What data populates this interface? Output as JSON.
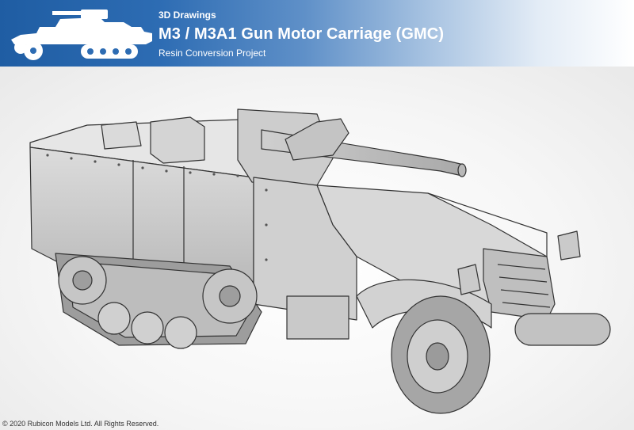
{
  "header": {
    "kicker": "3D Drawings",
    "title": "M3 / M3A1 Gun Motor Carriage (GMC)",
    "subtitle": "Resin Conversion Project"
  },
  "footer": {
    "copyright": "© 2020 Rubicon Models Ltd. All Rights Reserved."
  },
  "colors": {
    "header_start": "#1f5da3",
    "header_end": "#ffffff",
    "model_gray": "#c9c9c9",
    "outline": "#333333"
  },
  "icons": {
    "logo": "halftrack-silhouette-icon"
  }
}
